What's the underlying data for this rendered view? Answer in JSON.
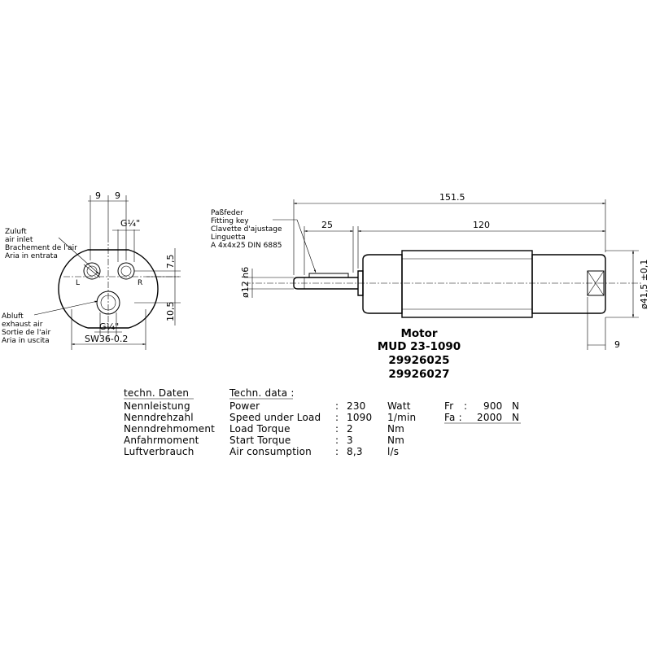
{
  "front_view": {
    "dims": {
      "left_9": "9",
      "right_9": "9",
      "top_port": "G¼\"",
      "bottom_port": "G¼\"",
      "height_top": "7,5",
      "height_bottom": "10,5",
      "width": "SW36-0.2"
    },
    "markers": {
      "left": "L",
      "right": "R"
    },
    "inlet_label": [
      "Zuluft",
      "air inlet",
      "Brachement de l'air",
      "Aria in entrata"
    ],
    "exhaust_label": [
      "Abluft",
      "exhaust air",
      "Sortie de l'air",
      "Aria in uscita"
    ]
  },
  "side_view": {
    "key_label": [
      "Paßfeder",
      "Fitting key",
      "Clavette d'ajustage",
      "Linguetta",
      "A 4x4x25 DIN 6885"
    ],
    "dims": {
      "total_length": "151.5",
      "key_length": "25",
      "body_length": "120",
      "shaft_diameter": "ø12 h6",
      "body_diameter": "ø41,5 ±0,1",
      "end_length": "9"
    }
  },
  "title": {
    "line1": "Motor",
    "line2": "MUD 23-1090",
    "line3": "29926025",
    "line4": "29926027"
  },
  "tech_table": {
    "header_de": "techn. Daten",
    "header_en": "Techn. data :",
    "rows": [
      {
        "de": "Nennleistung",
        "en": "Power",
        "value": "230",
        "unit": "Watt"
      },
      {
        "de": "Nenndrehzahl",
        "en": "Speed under Load",
        "value": "1090",
        "unit": "1/min"
      },
      {
        "de": "Nenndrehmoment",
        "en": "Load Torque",
        "value": "2",
        "unit": "Nm"
      },
      {
        "de": "Anfahrmoment",
        "en": "Start Torque",
        "value": "3",
        "unit": "Nm"
      },
      {
        "de": "Luftverbrauch",
        "en": "Air consumption",
        "value": "8,3",
        "unit": "l/s"
      }
    ],
    "forces": [
      {
        "label": "Fr",
        "value": "900",
        "unit": "N"
      },
      {
        "label": "Fa :",
        "value": "2000",
        "unit": "N"
      }
    ]
  }
}
